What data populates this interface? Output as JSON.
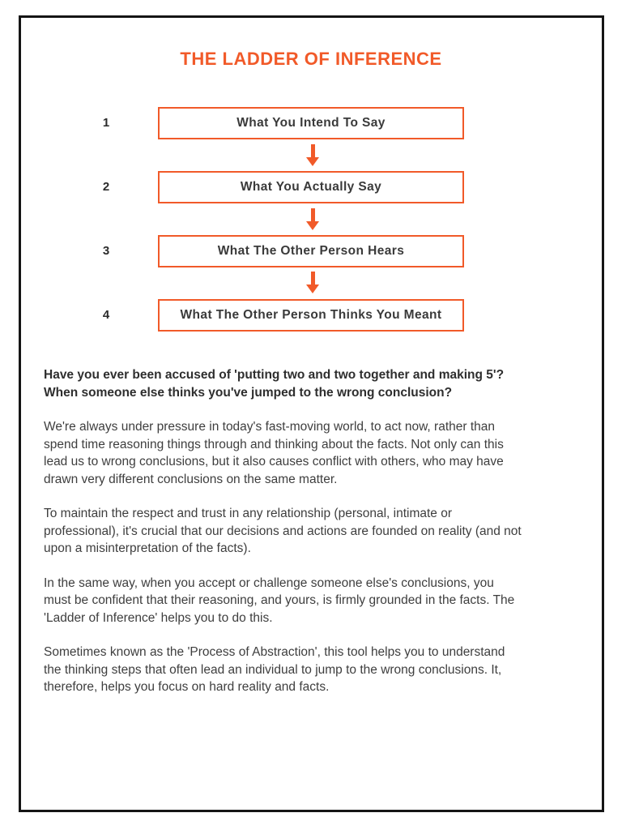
{
  "title": "THE LADDER OF INFERENCE",
  "colors": {
    "accent": "#f15a29",
    "frame_color": "#151515",
    "text_color": "#3e3e3e",
    "heading_text_color": "#2e2e2e",
    "box_text_color": "#3a3a3a",
    "number_color": "#2b2b2b"
  },
  "icons": {
    "down_arrow": "css-triangle-down-arrow"
  },
  "diagram": {
    "steps": [
      {
        "number": "1",
        "label": "What You Intend To Say"
      },
      {
        "number": "2",
        "label": "What You Actually Say"
      },
      {
        "number": "3",
        "label": "What The Other Person Hears"
      },
      {
        "number": "4",
        "label": "What The Other Person Thinks You Meant"
      }
    ]
  },
  "body": {
    "intro_lines": [
      "Have you ever been accused of 'putting two and two together and making 5'?",
      "When someone else thinks you've jumped to the wrong conclusion?"
    ],
    "paragraphs": [
      {
        "lines": [
          "We're always under pressure in today's fast-moving world, to act now, rather than",
          "spend time reasoning things through and thinking about the facts. Not only can this",
          "lead us to wrong conclusions, but it also causes conflict with others, who may have",
          "drawn very different conclusions on the same matter."
        ]
      },
      {
        "lines": [
          "To maintain the respect and trust in any relationship (personal, intimate or",
          "professional), it's crucial that our decisions and actions are founded on reality (and not",
          "upon a misinterpretation of the facts)."
        ]
      },
      {
        "lines": [
          "In the same way, when you accept or challenge someone else's conclusions, you",
          "must be confident that their reasoning, and yours, is firmly grounded in the facts. The",
          "'Ladder of Inference' helps you to do this."
        ]
      },
      {
        "lines": [
          "Sometimes known as the 'Process of Abstraction', this tool helps you to understand",
          "the thinking steps that often lead an individual to jump to the wrong conclusions. It,",
          "therefore, helps you focus on hard reality and facts."
        ]
      }
    ]
  }
}
